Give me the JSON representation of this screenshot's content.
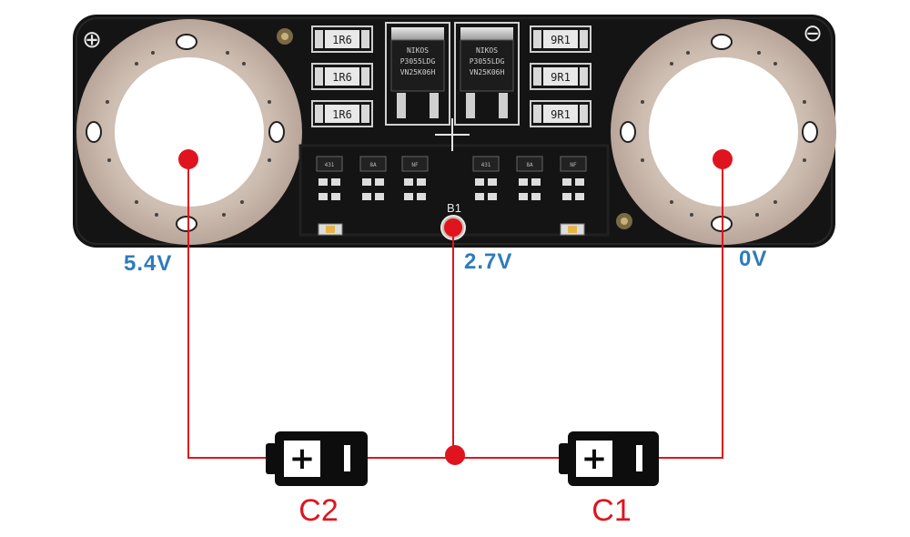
{
  "board": {
    "plus_symbol": "⊕",
    "minus_symbol": "⊖",
    "node_label": "B1",
    "resistors_left": [
      "1R6",
      "1R6",
      "1R6"
    ],
    "resistors_right": [
      "9R1",
      "9R1",
      "9R1"
    ],
    "mosfet_left": [
      "NIKOS",
      "P3055LDG",
      "VN25K06H"
    ],
    "mosfet_right": [
      "NIKOS",
      "P3055LDG",
      "VN25K06H"
    ],
    "small_chips_left": [
      "431",
      "8A",
      "NF"
    ],
    "small_chips_right": [
      "431",
      "8A",
      "NF"
    ]
  },
  "voltages": {
    "left": "5.4V",
    "middle": "2.7V",
    "right": "0V"
  },
  "capacitors": {
    "c2": {
      "label": "C2",
      "plus": "+"
    },
    "c1": {
      "label": "C1",
      "plus": "+"
    }
  },
  "colors": {
    "wire": "#e0141e",
    "voltage_text": "#2e7bbd",
    "cap_text": "#e0141e",
    "pcb": "#141414",
    "pad": "#cbb9ad"
  }
}
